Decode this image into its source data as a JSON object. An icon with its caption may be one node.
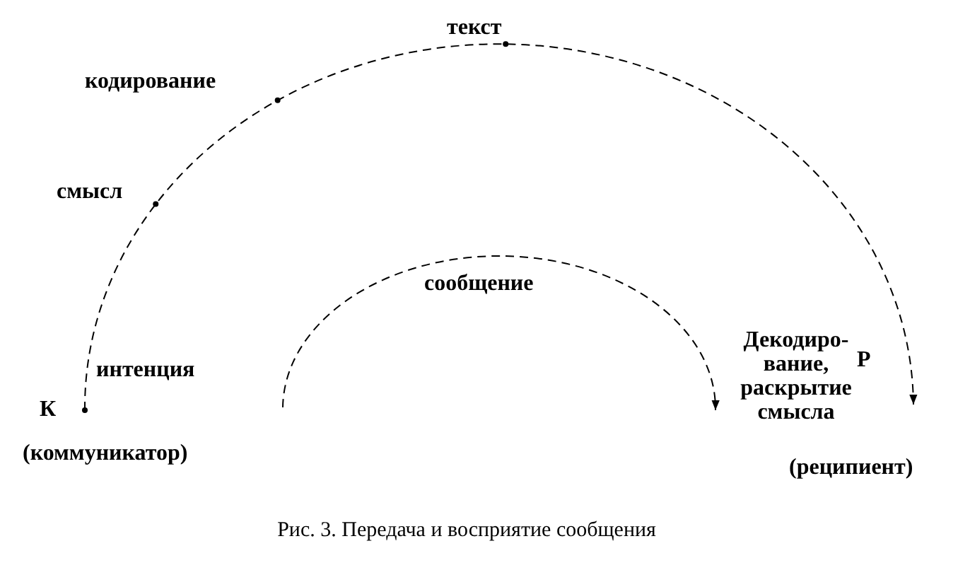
{
  "diagram": {
    "caption": "Рис. 3. Передача и восприятие сообщения",
    "nodes": [
      {
        "text": [
          "К"
        ],
        "beside": [
          "(коммуникатор)"
        ]
      },
      {
        "text": [
          "Р"
        ]
      },
      {
        "text": [
          "Декодиро- вание, раскрытие смысла"
        ]
      }
    ],
    "edges": [
      {
        "from": 0,
        "to": 1,
        "arrow": "to",
        "style": "dashed"
      },
      {
        "from": null,
        "to": 2,
        "arrow": "to",
        "style": "dashed",
        "label": "сообщение"
      }
    ],
    "labels": [
      "текст",
      "кодирование",
      "смысл",
      "интенция",
      "(реципиент)"
    ]
  }
}
